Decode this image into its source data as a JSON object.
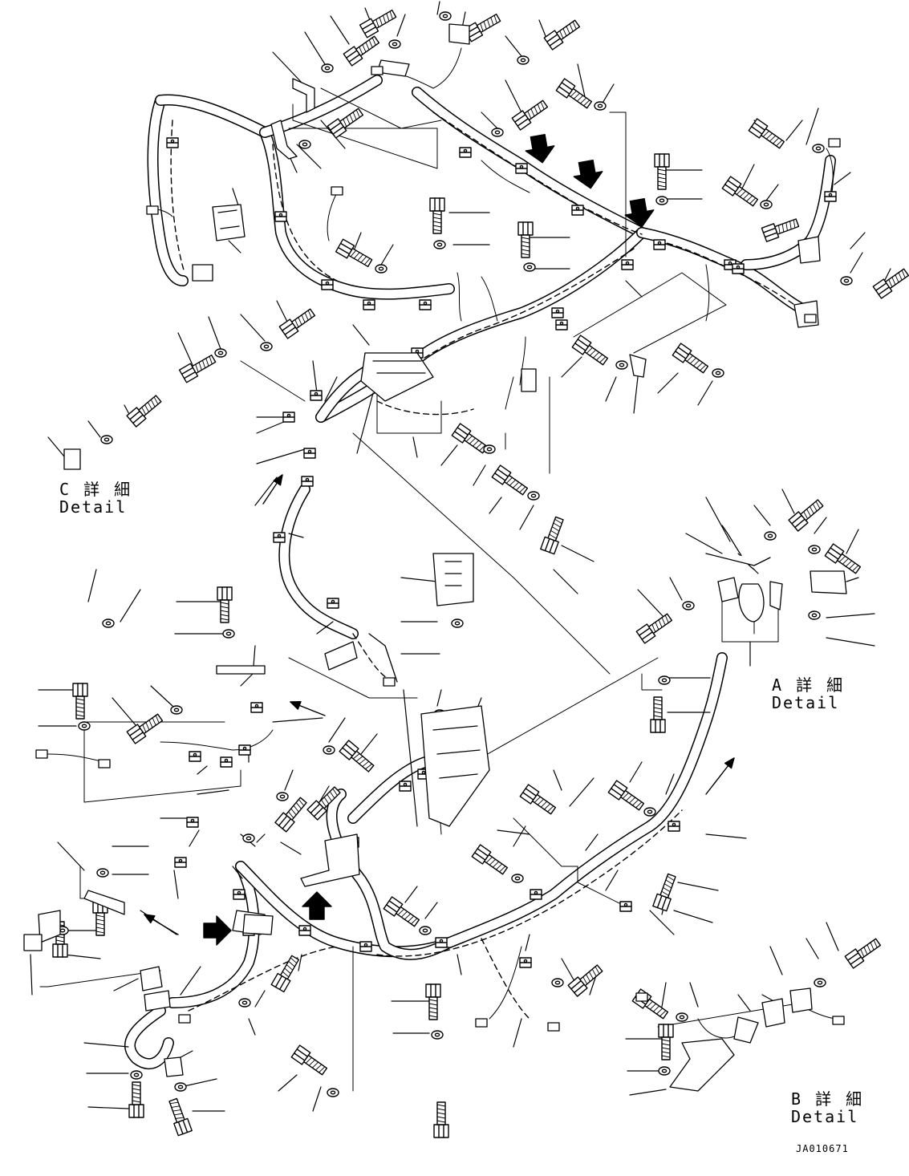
{
  "details": {
    "c": {
      "jp": "C 詳 細",
      "en": "Detail"
    },
    "a": {
      "jp": "A 詳 細",
      "en": "Detail"
    },
    "b": {
      "jp": "B 詳 細",
      "en": "Detail"
    }
  },
  "drawing_code": "JA010671",
  "colors": {
    "ink": "#000000",
    "paper": "#ffffff"
  }
}
